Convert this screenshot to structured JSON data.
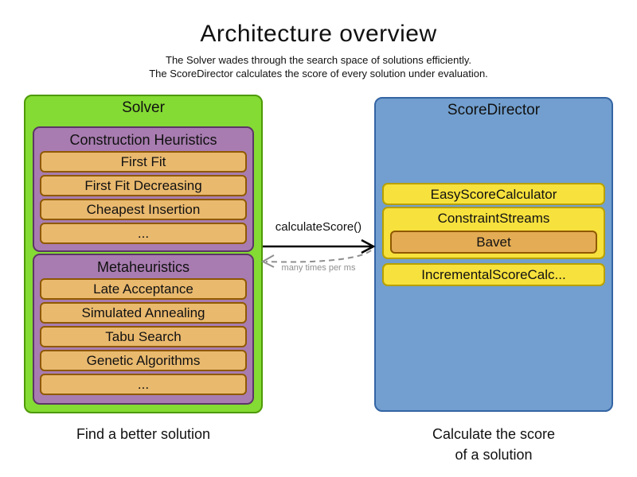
{
  "title": "Architecture overview",
  "subtitle_line1": "The Solver wades through the search space of solutions efficiently.",
  "subtitle_line2": "The ScoreDirector calculates the score of every solution under evaluation.",
  "colors": {
    "solver_fill": "#84DB33",
    "solver_border": "#4E9A06",
    "group_fill": "#A87CB0",
    "group_border": "#5C3566",
    "item_fill": "#E9B96E",
    "item_border": "#8F5902",
    "scoredirector_fill": "#729FCF",
    "scoredirector_border": "#3465A4",
    "calculator_fill": "#F7E13D",
    "calculator_border": "#B8A000",
    "bavet_fill": "#E3AC55",
    "arrow_solid": "#000000",
    "arrow_dashed": "#8F8F8F"
  },
  "solver": {
    "title": "Solver",
    "caption": "Find a better solution",
    "groups": [
      {
        "title": "Construction Heuristics",
        "items": [
          "First Fit",
          "First Fit Decreasing",
          "Cheapest Insertion",
          "..."
        ]
      },
      {
        "title": "Metaheuristics",
        "items": [
          "Late Acceptance",
          "Simulated Annealing",
          "Tabu Search",
          "Genetic Algorithms",
          "..."
        ]
      }
    ]
  },
  "score_director": {
    "title": "ScoreDirector",
    "caption_line1": "Calculate the score",
    "caption_line2": "of a solution",
    "calculators": [
      "EasyScoreCalculator",
      "ConstraintStreams",
      "IncrementalScoreCalc..."
    ],
    "bavet_label": "Bavet"
  },
  "arrow": {
    "label": "calculateScore()",
    "sublabel": "many times per ms"
  }
}
